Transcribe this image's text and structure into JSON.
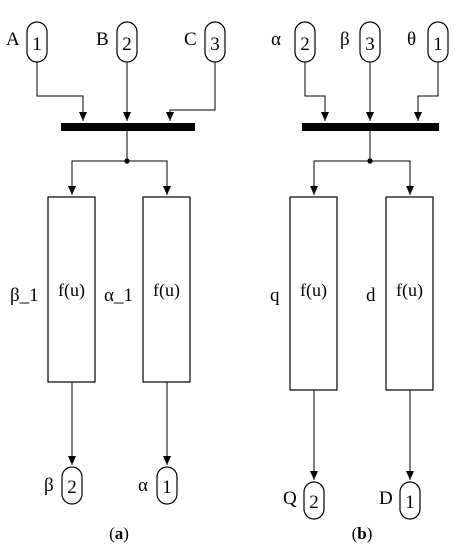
{
  "panel_a": {
    "inputs": [
      {
        "label": "A",
        "num": "1"
      },
      {
        "label": "B",
        "num": "2"
      },
      {
        "label": "C",
        "num": "3"
      }
    ],
    "blocks": [
      {
        "label": "β_1",
        "text": "f(u)"
      },
      {
        "label": "α_1",
        "text": "f(u)"
      }
    ],
    "outputs": [
      {
        "label": "β",
        "num": "2"
      },
      {
        "label": "α",
        "num": "1"
      }
    ],
    "caption": {
      "open": "(",
      "letter": "a",
      "close": ")"
    }
  },
  "panel_b": {
    "inputs": [
      {
        "label": "α",
        "num": "2"
      },
      {
        "label": "β",
        "num": "3"
      },
      {
        "label": "θ",
        "num": "1"
      }
    ],
    "blocks": [
      {
        "label": "q",
        "text": "f(u)"
      },
      {
        "label": "d",
        "text": "f(u)"
      }
    ],
    "outputs": [
      {
        "label": "Q",
        "num": "2"
      },
      {
        "label": "D",
        "num": "1"
      }
    ],
    "caption": {
      "open": "(",
      "letter": "b",
      "close": ")"
    }
  }
}
